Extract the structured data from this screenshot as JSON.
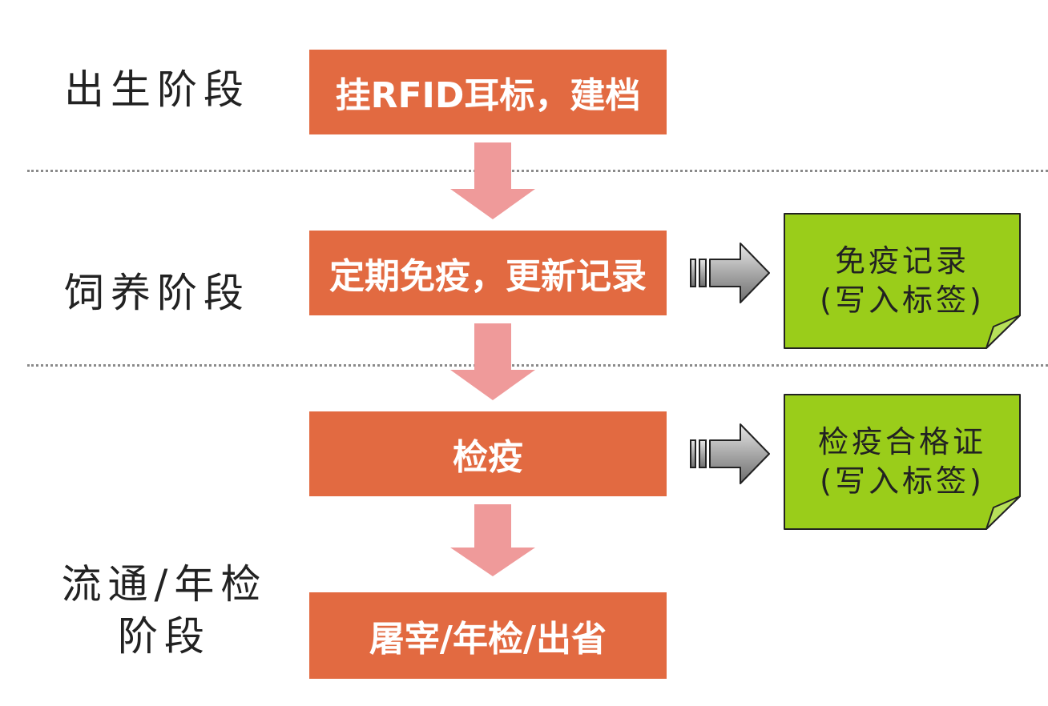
{
  "stages": {
    "birth": "出生阶段",
    "raising": "饲养阶段",
    "circulation_line1": "流通/年检",
    "circulation_line2": "阶段"
  },
  "steps": {
    "tag": "挂RFID耳标，建档",
    "immunize": "定期免疫，更新记录",
    "quarantine": "检疫",
    "final": "屠宰/年检/出省"
  },
  "notes": {
    "immunity_line1": "免疫记录",
    "immunity_line2": "(写入标签)",
    "certificate_line1": "检疫合格证",
    "certificate_line2": "(写入标签)"
  },
  "colors": {
    "step_fill": "#e26a41",
    "down_arrow": "#ef9a9a",
    "note_fill": "#9acd1a",
    "side_arrow": "#9a9a9a"
  }
}
